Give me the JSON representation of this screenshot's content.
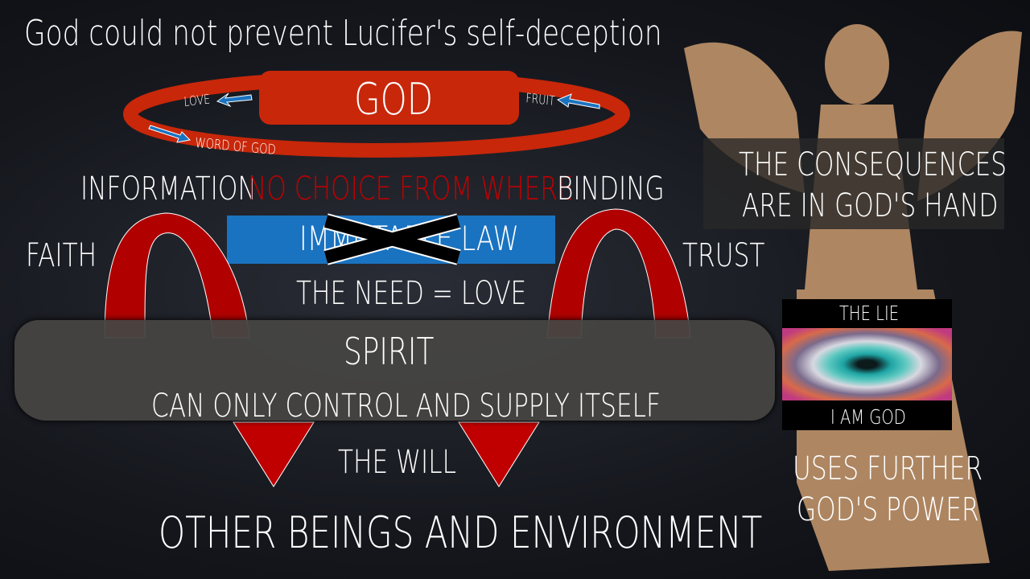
{
  "title": "God could not prevent Lucifer's self-deception",
  "cycle": {
    "center": "GOD",
    "love": "LOVE",
    "fruit": "FRUIT",
    "word": "WORD OF GOD"
  },
  "row": {
    "information": "INFORMATION",
    "no_choice": "NO CHOICE FROM WHERE",
    "binding": "BINDING"
  },
  "law": "IMMUTABLE LAW",
  "faith": "FAITH",
  "trust": "TRUST",
  "need": "THE NEED = LOVE",
  "spirit": {
    "title": "SPIRIT",
    "text": "CAN ONLY CONTROL AND SUPPLY ITSELF"
  },
  "will": "THE WILL",
  "other": "OTHER BEINGS AND ENVIRONMENT",
  "consequences": [
    "THE CONSEQUENCES",
    "ARE IN GOD'S HAND"
  ],
  "lie": {
    "top": "THE LIE",
    "bottom": "I AM GOD"
  },
  "uses": [
    "USES FURTHER",
    "GOD'S POWER"
  ],
  "colors": {
    "red": "#c8270a",
    "blue": "#1a73c0",
    "noChoice": "#c00000"
  }
}
